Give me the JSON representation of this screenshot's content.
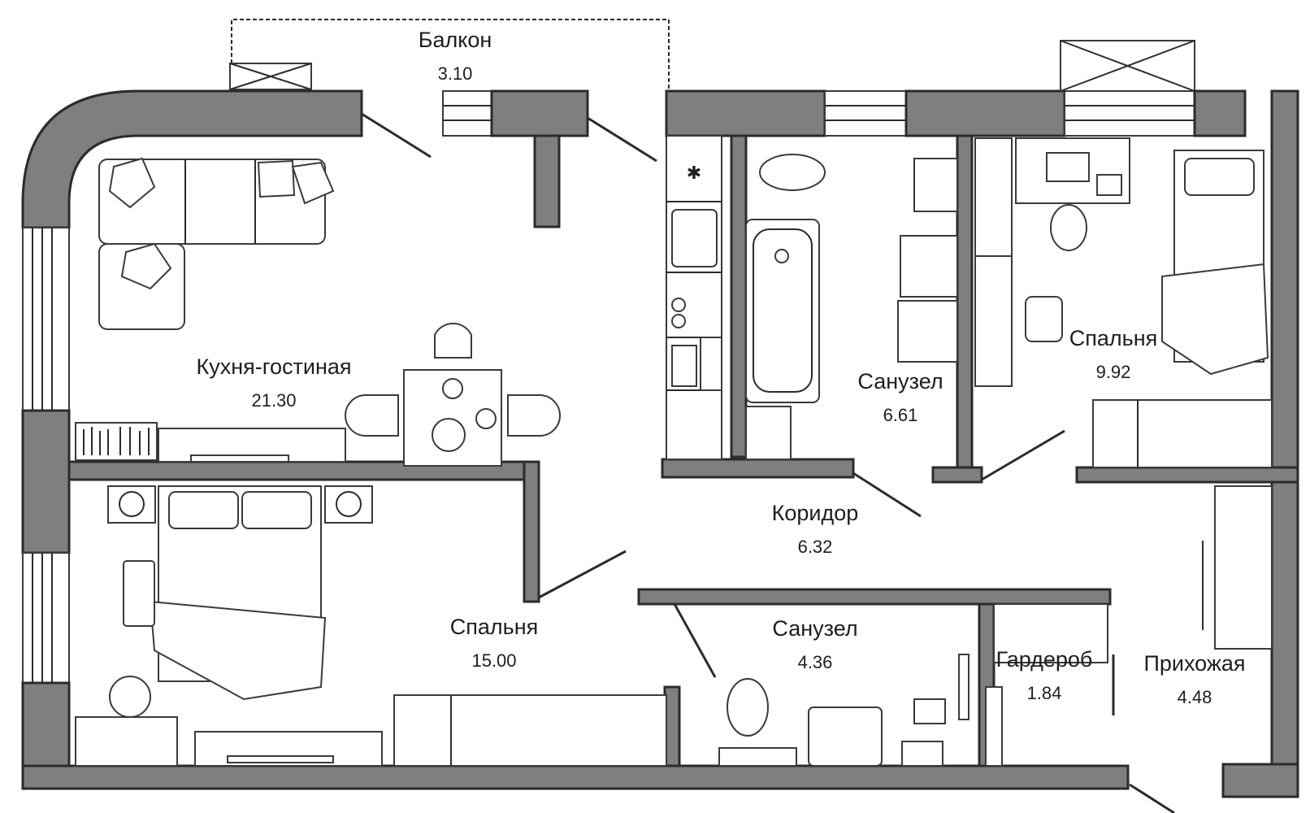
{
  "rooms": [
    {
      "id": "balcony",
      "name": "Балкон",
      "area": "3.10"
    },
    {
      "id": "living",
      "name": "Кухня-гостиная",
      "area": "21.30"
    },
    {
      "id": "bath1",
      "name": "Санузел",
      "area": "6.61"
    },
    {
      "id": "bedroom1",
      "name": "Спальня",
      "area": "9.92"
    },
    {
      "id": "corridor",
      "name": "Коридор",
      "area": "6.32"
    },
    {
      "id": "bedroom2",
      "name": "Спальня",
      "area": "15.00"
    },
    {
      "id": "bath2",
      "name": "Санузел",
      "area": "4.36"
    },
    {
      "id": "wardrobe",
      "name": "Гардероб",
      "area": "1.84"
    },
    {
      "id": "hallway",
      "name": "Прихожая",
      "area": "4.48"
    }
  ],
  "colors": {
    "wall": "#7f7f7f",
    "outline": "#2b2b2b",
    "background": "#ffffff"
  }
}
